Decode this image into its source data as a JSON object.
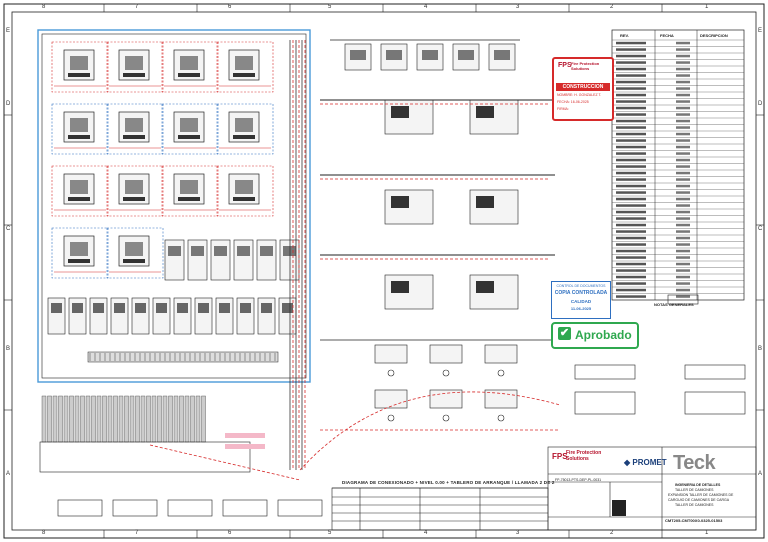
{
  "grid": {
    "columns": [
      "8",
      "7",
      "6",
      "5",
      "4",
      "3",
      "2",
      "1"
    ],
    "rows": [
      "E",
      "D",
      "C",
      "B",
      "A"
    ]
  },
  "stamp_construccion": {
    "logo": "FPS",
    "brand": "Fire Protection Solutions",
    "heading": "CONSTRUCCION",
    "rows": [
      "NOMBRE: H. GONZALEZ T.",
      "FECHA: 16-06-2025",
      "FIRMA:"
    ]
  },
  "stamp_copia": {
    "line1": "CONTROL DE DOCUMENTOS",
    "line2": "COPIA CONTROLADA",
    "line3": "CALIDAD",
    "line4": "11-06-2025"
  },
  "aprobado": {
    "label": "Aprobado"
  },
  "titleblock": {
    "fps_logo": "FPS",
    "fps_brand": "Fire Protection Solutions",
    "promet_logo": "PROMET",
    "teck_logo": "Teck",
    "project_lines": [
      "INGENIERIA DE DETALLES",
      "TALLER DE CAMIONES",
      "EXPANSION TALLER DE CAMIONES DE",
      "CARGUIO DE CAMIONES DE CARGA",
      "TALLER DE CAMIONES"
    ],
    "p_number": "FP-75013-PTS-DEP-PL-0031",
    "doc_number": "CMT205-CMT00X0-0325-01503"
  },
  "drawing_title": "DIAGRAMA DE CONEXIONADO + NIVEL 0.00 + TABLERO DE ARRANQUE / LLAMADA 2 DE 2",
  "revision_header": [
    "REV.",
    "FECHA",
    "DESCRIPCION"
  ],
  "notes_title": "NOTAS GENERALES",
  "colors": {
    "wire_red": "#d62a2a",
    "wire_blue": "#2e6fc0",
    "panel_outline": "#4a9ad8",
    "line": "#222222",
    "approve_green": "#2fa84f"
  }
}
